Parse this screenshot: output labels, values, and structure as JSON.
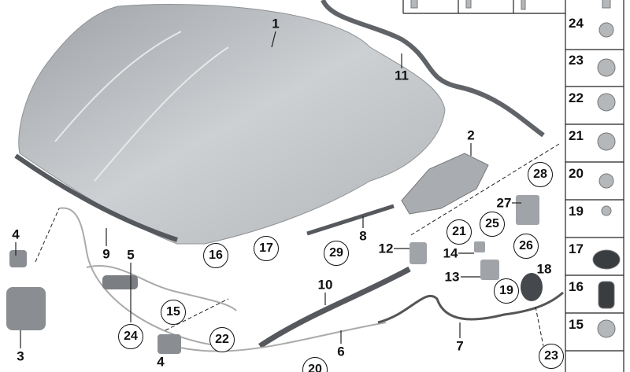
{
  "diagram": {
    "callouts": [
      "1",
      "2",
      "3",
      "4",
      "4",
      "5",
      "6",
      "7",
      "8",
      "9",
      "10",
      "11",
      "12",
      "13",
      "14",
      "18",
      "27"
    ],
    "circled_callouts": [
      "15",
      "16",
      "17",
      "19",
      "20",
      "21",
      "22",
      "23",
      "24",
      "25",
      "26",
      "28",
      "29"
    ],
    "legend_column": [
      "24",
      "23",
      "22",
      "21",
      "20",
      "19",
      "17",
      "16",
      "15"
    ]
  },
  "colors": {
    "hood": "#b9bcbf",
    "seal": "#55585c",
    "line": "#222222"
  }
}
